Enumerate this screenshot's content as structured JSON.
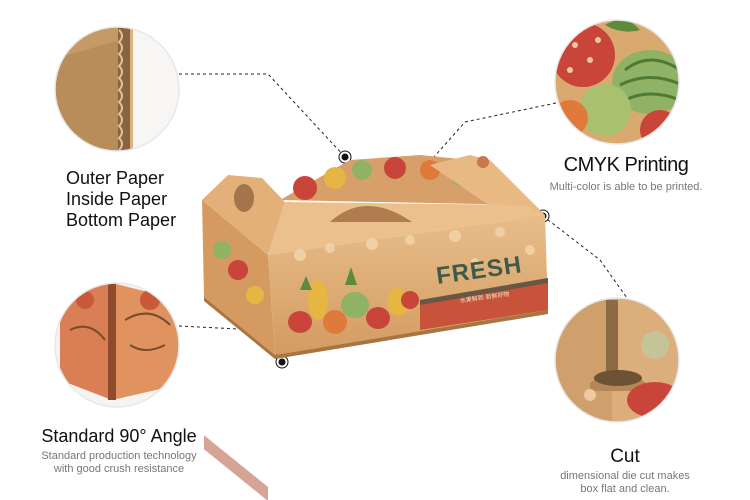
{
  "callouts": {
    "layers": {
      "lines": [
        "Outer Paper",
        "Inside Paper",
        "Bottom Paper"
      ]
    },
    "cmyk": {
      "title": "CMYK Printing",
      "description": "Multi-color is able to be printed."
    },
    "angle": {
      "title": "Standard 90° Angle",
      "description_lines": [
        "Standard production technology",
        "with good crush resistance"
      ]
    },
    "cut": {
      "title": "Cut",
      "description_lines": [
        "dimensional die cut makes",
        "box flat and clean."
      ]
    }
  },
  "box": {
    "print_text": "FRESH",
    "small_print": "水果鲜到 新鲜好物"
  },
  "colors": {
    "kraft": "#d9a873",
    "kraft_dark": "#c48d55",
    "band_red": "#c8523a",
    "accent_text": "#3f5a4a"
  },
  "icons": [
    "corrugated-edge-detail",
    "fruit-print-detail",
    "corner-angle-detail",
    "die-cut-detail"
  ]
}
